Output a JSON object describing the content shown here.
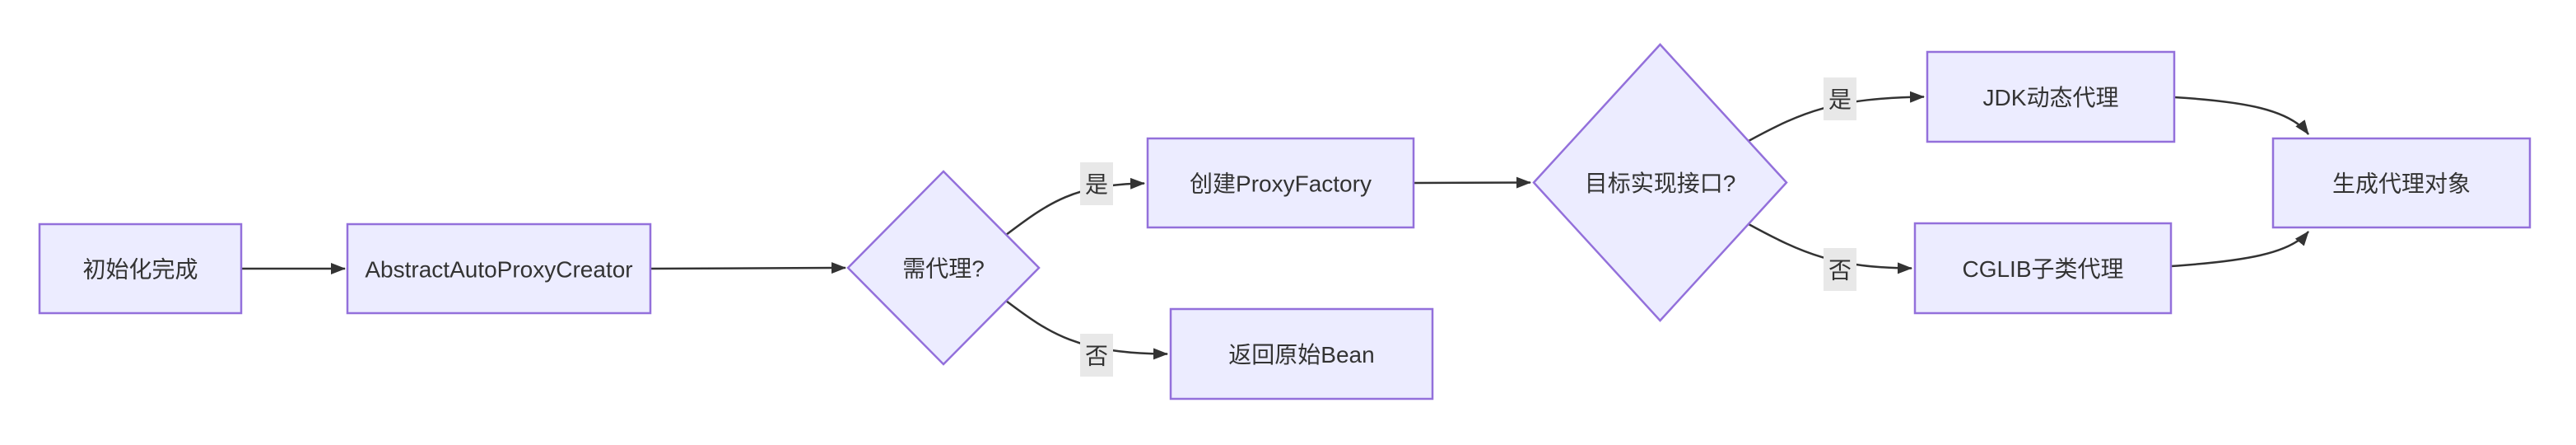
{
  "diagram": {
    "type": "flowchart-LR",
    "colors": {
      "background": "#ffffff",
      "node_fill": "#ECECFF",
      "node_border": "#9370DB",
      "node_text": "#333333",
      "edge_line": "#333333",
      "edge_label_bg": "#e8e8e8"
    },
    "nodes": {
      "init": {
        "shape": "rect",
        "label": "初始化完成"
      },
      "creator": {
        "shape": "rect",
        "label": "AbstractAutoProxyCreator"
      },
      "need_proxy": {
        "shape": "diamond",
        "label": "需代理?"
      },
      "proxy_factory": {
        "shape": "rect",
        "label": "创建ProxyFactory"
      },
      "return_bean": {
        "shape": "rect",
        "label": "返回原始Bean"
      },
      "target_interface": {
        "shape": "diamond",
        "label": "目标实现接口?"
      },
      "jdk": {
        "shape": "rect",
        "label": "JDK动态代理"
      },
      "cglib": {
        "shape": "rect",
        "label": "CGLIB子类代理"
      },
      "result": {
        "shape": "rect",
        "label": "生成代理对象"
      }
    },
    "edges": [
      {
        "from": "init",
        "to": "creator",
        "label": ""
      },
      {
        "from": "creator",
        "to": "need_proxy",
        "label": ""
      },
      {
        "from": "need_proxy",
        "to": "proxy_factory",
        "label": "是"
      },
      {
        "from": "need_proxy",
        "to": "return_bean",
        "label": "否"
      },
      {
        "from": "proxy_factory",
        "to": "target_interface",
        "label": ""
      },
      {
        "from": "target_interface",
        "to": "jdk",
        "label": "是"
      },
      {
        "from": "target_interface",
        "to": "cglib",
        "label": "否"
      },
      {
        "from": "jdk",
        "to": "result",
        "label": ""
      },
      {
        "from": "cglib",
        "to": "result",
        "label": ""
      }
    ]
  }
}
